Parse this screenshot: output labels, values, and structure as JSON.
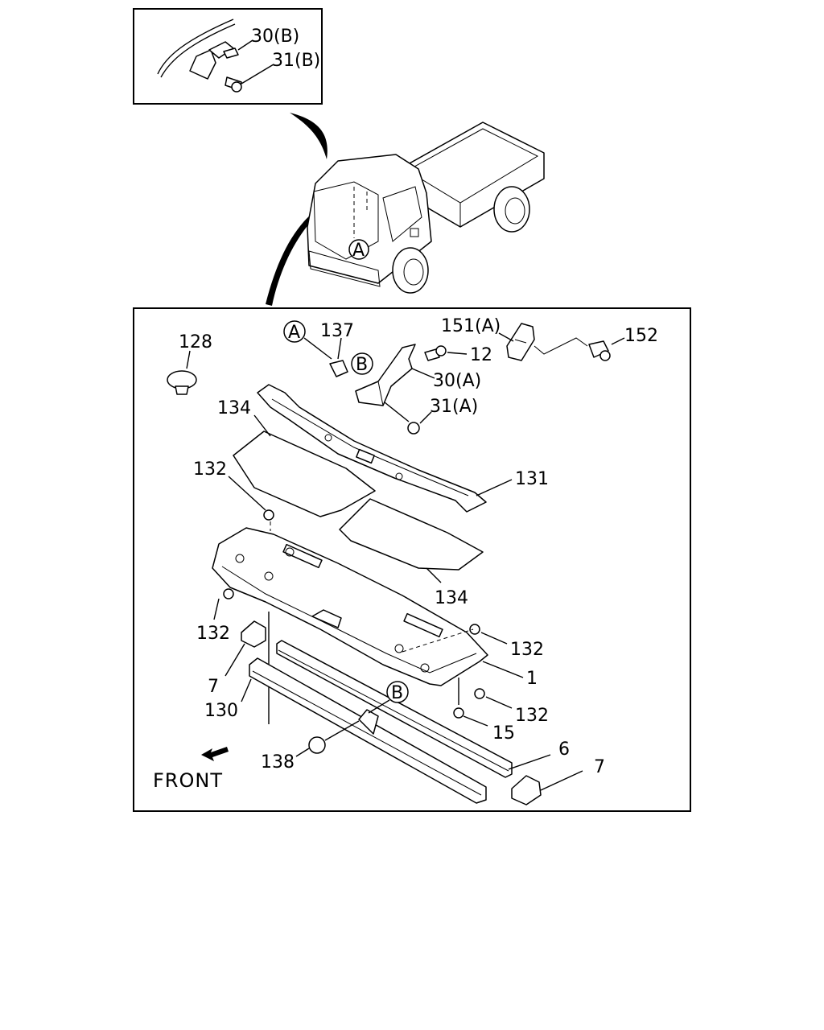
{
  "inset": {
    "labels": [
      "30(B)",
      "31(B)"
    ]
  },
  "truck": {
    "marker": "A"
  },
  "main": {
    "callouts": [
      "A",
      "B",
      "B"
    ],
    "labels": {
      "p128": "128",
      "p137": "137",
      "p151a": "151(A)",
      "p152": "152",
      "p12": "12",
      "p30a": "30(A)",
      "p31a": "31(A)",
      "p134_top": "134",
      "p132_left_top": "132",
      "p131": "131",
      "p134_bottom": "134",
      "p132_left": "132",
      "p132_right_top": "132",
      "p1": "1",
      "p7_left": "7",
      "p130": "130",
      "p132_right": "132",
      "p15": "15",
      "p6": "6",
      "p7_right": "7",
      "p138": "138"
    },
    "front_label": "FRONT"
  }
}
